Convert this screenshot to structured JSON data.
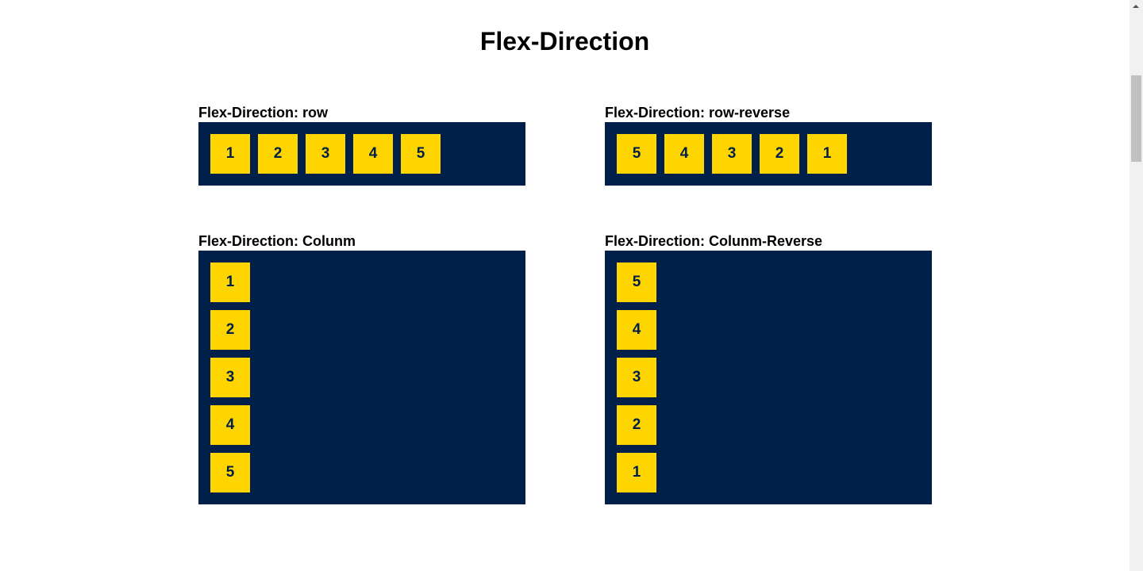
{
  "page": {
    "title": "Flex-Direction"
  },
  "colors": {
    "container": "#002049",
    "item": "#ffd500",
    "item_text": "#002049"
  },
  "sections": [
    {
      "label": "Flex-Direction: row",
      "direction": "row",
      "items": [
        "1",
        "2",
        "3",
        "4",
        "5"
      ]
    },
    {
      "label": "Flex-Direction: row-reverse",
      "direction": "row-reverse",
      "items": [
        "1",
        "2",
        "3",
        "4",
        "5"
      ]
    },
    {
      "label": "Flex-Direction: Colunm",
      "direction": "column",
      "items": [
        "1",
        "2",
        "3",
        "4",
        "5"
      ]
    },
    {
      "label": "Flex-Direction: Colunm-Reverse",
      "direction": "column-reverse",
      "items": [
        "1",
        "2",
        "3",
        "4",
        "5"
      ]
    }
  ],
  "scrollbar": {
    "icon": "scroll-up-arrow-icon"
  }
}
